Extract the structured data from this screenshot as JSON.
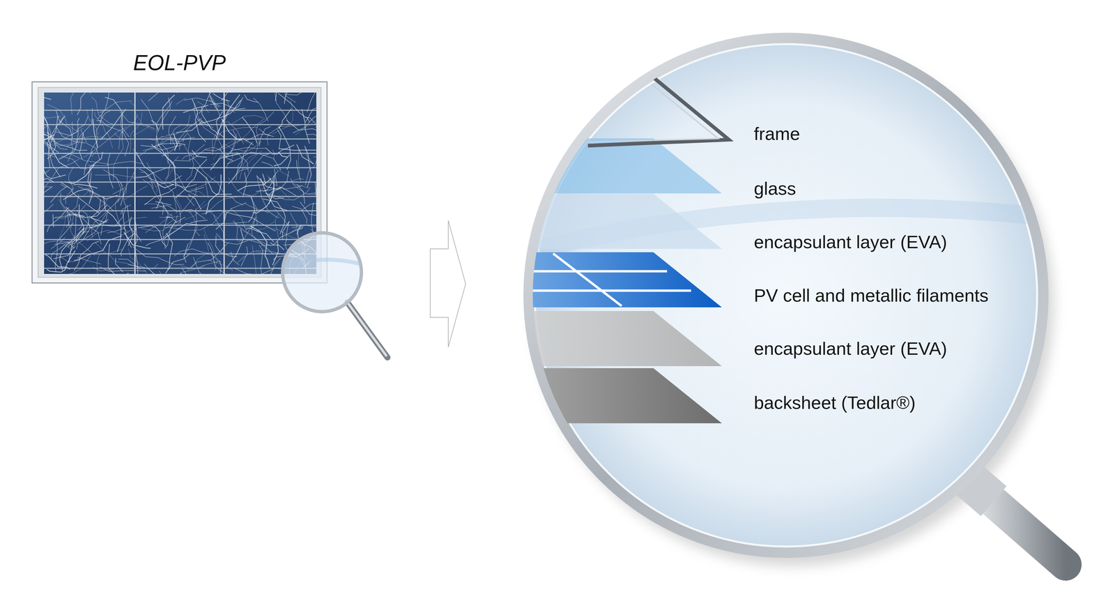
{
  "diagram": {
    "nodes": [
      {
        "text": [
          "EOL-PVP"
        ]
      }
    ],
    "labels": [
      "frame",
      "glass",
      "encapsulant layer (EVA)",
      "PV cell and metallic filaments",
      "encapsulant layer (EVA)",
      "backsheet (Tedlar®)"
    ]
  }
}
